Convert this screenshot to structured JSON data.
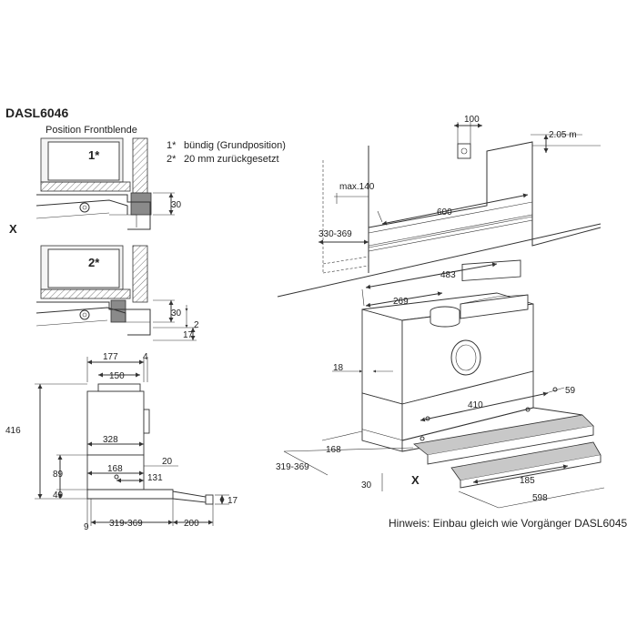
{
  "model": "DASL6046",
  "subtitle": "Position Frontblende",
  "position_labels": {
    "p1": "1*",
    "p2": "2*"
  },
  "legend": [
    {
      "key": "1*",
      "text": "bündig (Grundposition)"
    },
    {
      "key": "2*",
      "text": "20 mm zurückgesetzt"
    }
  ],
  "marker": "X",
  "hint": "Hinweis: Einbau gleich wie Vorgänger DASL6045",
  "dims": {
    "d30a": "30",
    "d30b": "30",
    "d2": "2",
    "d17a": "17",
    "d177": "177",
    "d4": "4",
    "d150": "150",
    "d416": "416",
    "d328": "328",
    "d20": "20",
    "d168a": "168",
    "d131": "131",
    "d89": "89",
    "d49": "49",
    "d17b": "17",
    "d9": "9",
    "d319_369a": "319-369",
    "d200": "200",
    "d100": "100",
    "d205m": "2.05 m",
    "dmax140": "max.140",
    "d600": "600",
    "d330_369": "330-369",
    "d483": "483",
    "d269": "269",
    "d18": "18",
    "d410": "410",
    "d59": "59",
    "d168b": "168",
    "d319_369b": "319-369",
    "d30c": "30",
    "d185": "185",
    "d598": "598"
  }
}
